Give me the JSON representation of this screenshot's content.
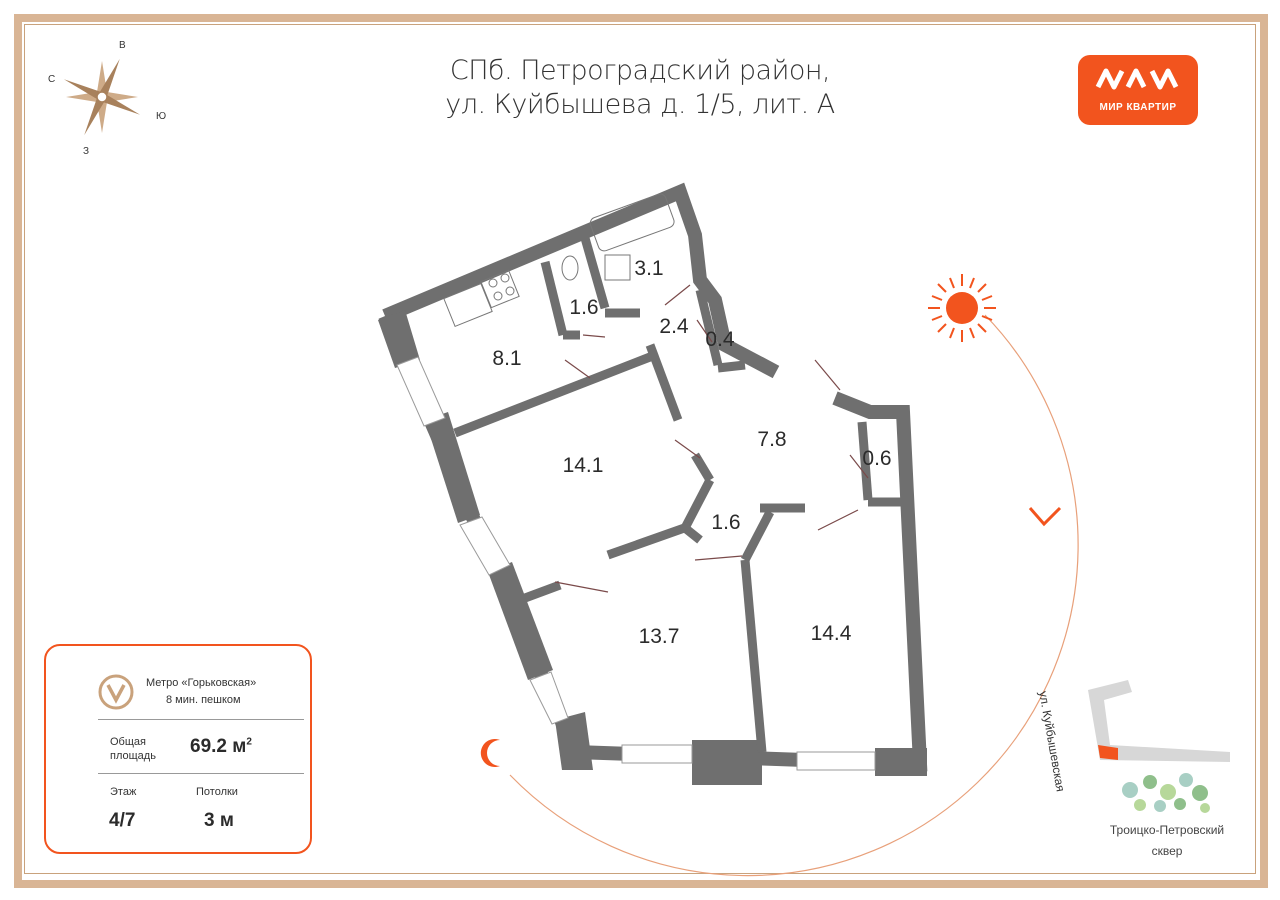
{
  "title": {
    "line1": "СПб. Петроградский район,",
    "line2": "ул. Куйбышева д. 1/5, лит. А"
  },
  "logo": {
    "text": "МИР КВАРТИР"
  },
  "compass": {
    "north": "В",
    "west": "С",
    "east": "Ю",
    "south": "З"
  },
  "rooms": [
    {
      "id": "bathroom",
      "area": "3.1"
    },
    {
      "id": "toilet",
      "area": "1.6"
    },
    {
      "id": "corridor-small",
      "area": "2.4"
    },
    {
      "id": "closet-1",
      "area": "0.4"
    },
    {
      "id": "kitchen",
      "area": "8.1"
    },
    {
      "id": "hall",
      "area": "7.8"
    },
    {
      "id": "closet-2",
      "area": "0.6"
    },
    {
      "id": "bedroom-1",
      "area": "14.1"
    },
    {
      "id": "hallway",
      "area": "1.6"
    },
    {
      "id": "bedroom-2",
      "area": "13.7"
    },
    {
      "id": "living-room",
      "area": "14.4"
    }
  ],
  "info": {
    "metro_name": "Метро «Горьковская»",
    "metro_walk": "8 мин. пешком",
    "area_label_1": "Общая",
    "area_label_2": "площадь",
    "area_value": "69.2 м",
    "area_unit_sup": "2",
    "floor_label": "Этаж",
    "floor_value": "4/7",
    "ceiling_label": "Потолки",
    "ceiling_value": "3 м"
  },
  "map": {
    "street": "ул. Куйбышевская",
    "square_line1": "Троицко-Петровский",
    "square_line2": "сквер"
  },
  "colors": {
    "accent": "#f2541e",
    "frame": "#d9b595",
    "wall": "#6f6f6f"
  }
}
